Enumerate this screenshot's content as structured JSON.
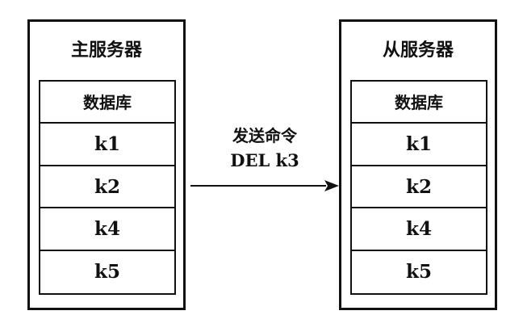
{
  "master": {
    "title": "主服务器",
    "db_header": "数据库",
    "keys": [
      "k1",
      "k2",
      "k4",
      "k5"
    ]
  },
  "slave": {
    "title": "从服务器",
    "db_header": "数据库",
    "keys": [
      "k1",
      "k2",
      "k4",
      "k5"
    ]
  },
  "command": {
    "label": "发送命令",
    "text": "DEL k3"
  }
}
